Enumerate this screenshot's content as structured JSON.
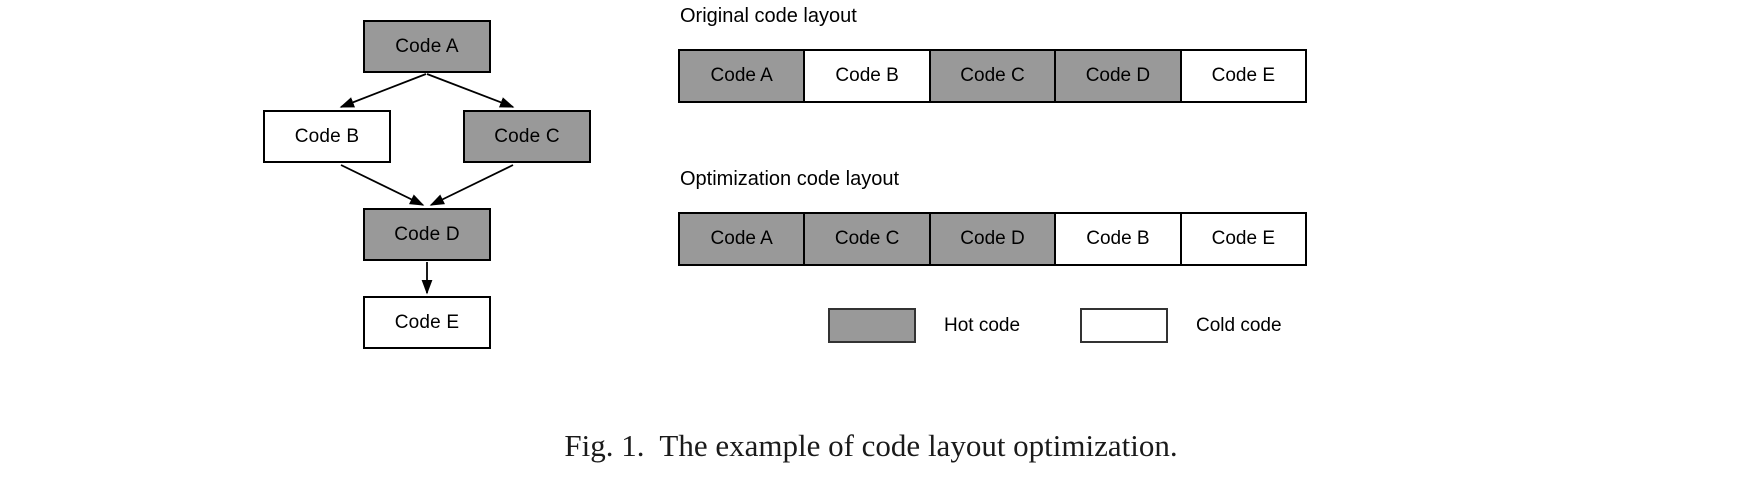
{
  "figure": {
    "caption": "Fig. 1.  The example of code layout optimization."
  },
  "flow_graph": {
    "nodes": [
      {
        "id": "a",
        "label": "Code A",
        "kind": "hot"
      },
      {
        "id": "b",
        "label": "Code B",
        "kind": "cold"
      },
      {
        "id": "c",
        "label": "Code C",
        "kind": "hot"
      },
      {
        "id": "d",
        "label": "Code D",
        "kind": "hot"
      },
      {
        "id": "e",
        "label": "Code E",
        "kind": "cold"
      }
    ],
    "edges": [
      {
        "from": "Code A",
        "to": "Code B"
      },
      {
        "from": "Code A",
        "to": "Code C"
      },
      {
        "from": "Code B",
        "to": "Code D"
      },
      {
        "from": "Code C",
        "to": "Code D"
      },
      {
        "from": "Code D",
        "to": "Code E"
      }
    ]
  },
  "original_layout": {
    "title": "Original code layout",
    "cells": [
      {
        "label": "Code A",
        "kind": "hot"
      },
      {
        "label": "Code B",
        "kind": "cold"
      },
      {
        "label": "Code C",
        "kind": "hot"
      },
      {
        "label": "Code D",
        "kind": "hot"
      },
      {
        "label": "Code E",
        "kind": "cold"
      }
    ]
  },
  "optimization_layout": {
    "title": "Optimization code layout",
    "cells": [
      {
        "label": "Code A",
        "kind": "hot"
      },
      {
        "label": "Code C",
        "kind": "hot"
      },
      {
        "label": "Code D",
        "kind": "hot"
      },
      {
        "label": "Code B",
        "kind": "cold"
      },
      {
        "label": "Code E",
        "kind": "cold"
      }
    ]
  },
  "legend": {
    "hot_label": "Hot code",
    "cold_label": "Cold code"
  },
  "colors": {
    "hot_fill": "#999999",
    "cold_fill": "#ffffff",
    "stroke": "#000000",
    "legend_stroke": "#333333"
  }
}
